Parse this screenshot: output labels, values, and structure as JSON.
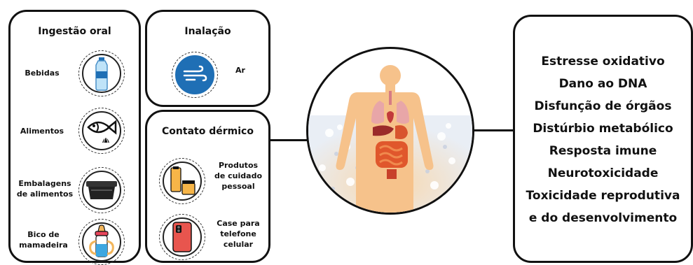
{
  "oral": {
    "title": "Ingestão oral",
    "items": [
      {
        "label": "Bebidas",
        "icon": "water-bottle-icon"
      },
      {
        "label": "Alimentos",
        "icon": "fish-shell-icon"
      },
      {
        "label": "Embalagens\nde alimentos",
        "icon": "food-container-icon"
      },
      {
        "label": "Bico de\nmamadeira",
        "icon": "baby-bottle-icon"
      }
    ]
  },
  "inhalation": {
    "title": "Inalação",
    "items": [
      {
        "label": "Ar",
        "icon": "air-wind-icon"
      }
    ]
  },
  "dermal": {
    "title": "Contato dérmico",
    "items": [
      {
        "label": "Produtos\nde cuidado\npessoal",
        "icon": "personal-care-icon"
      },
      {
        "label": "Case para\ntelefone\ncelular",
        "icon": "phone-case-icon"
      }
    ]
  },
  "center": {
    "icon": "human-body-organs-icon"
  },
  "effects": [
    "Estresse oxidativo",
    "Dano ao DNA",
    "Disfunção de órgãos",
    "Distúrbio metabólico",
    "Resposta imune",
    "Neurotoxicidade",
    "Toxicidade reprodutiva",
    "e do desenvolvimento"
  ],
  "colors": {
    "air_icon": "#1f6fb5",
    "body": "#f6c28b",
    "organs": "#d6402c"
  }
}
